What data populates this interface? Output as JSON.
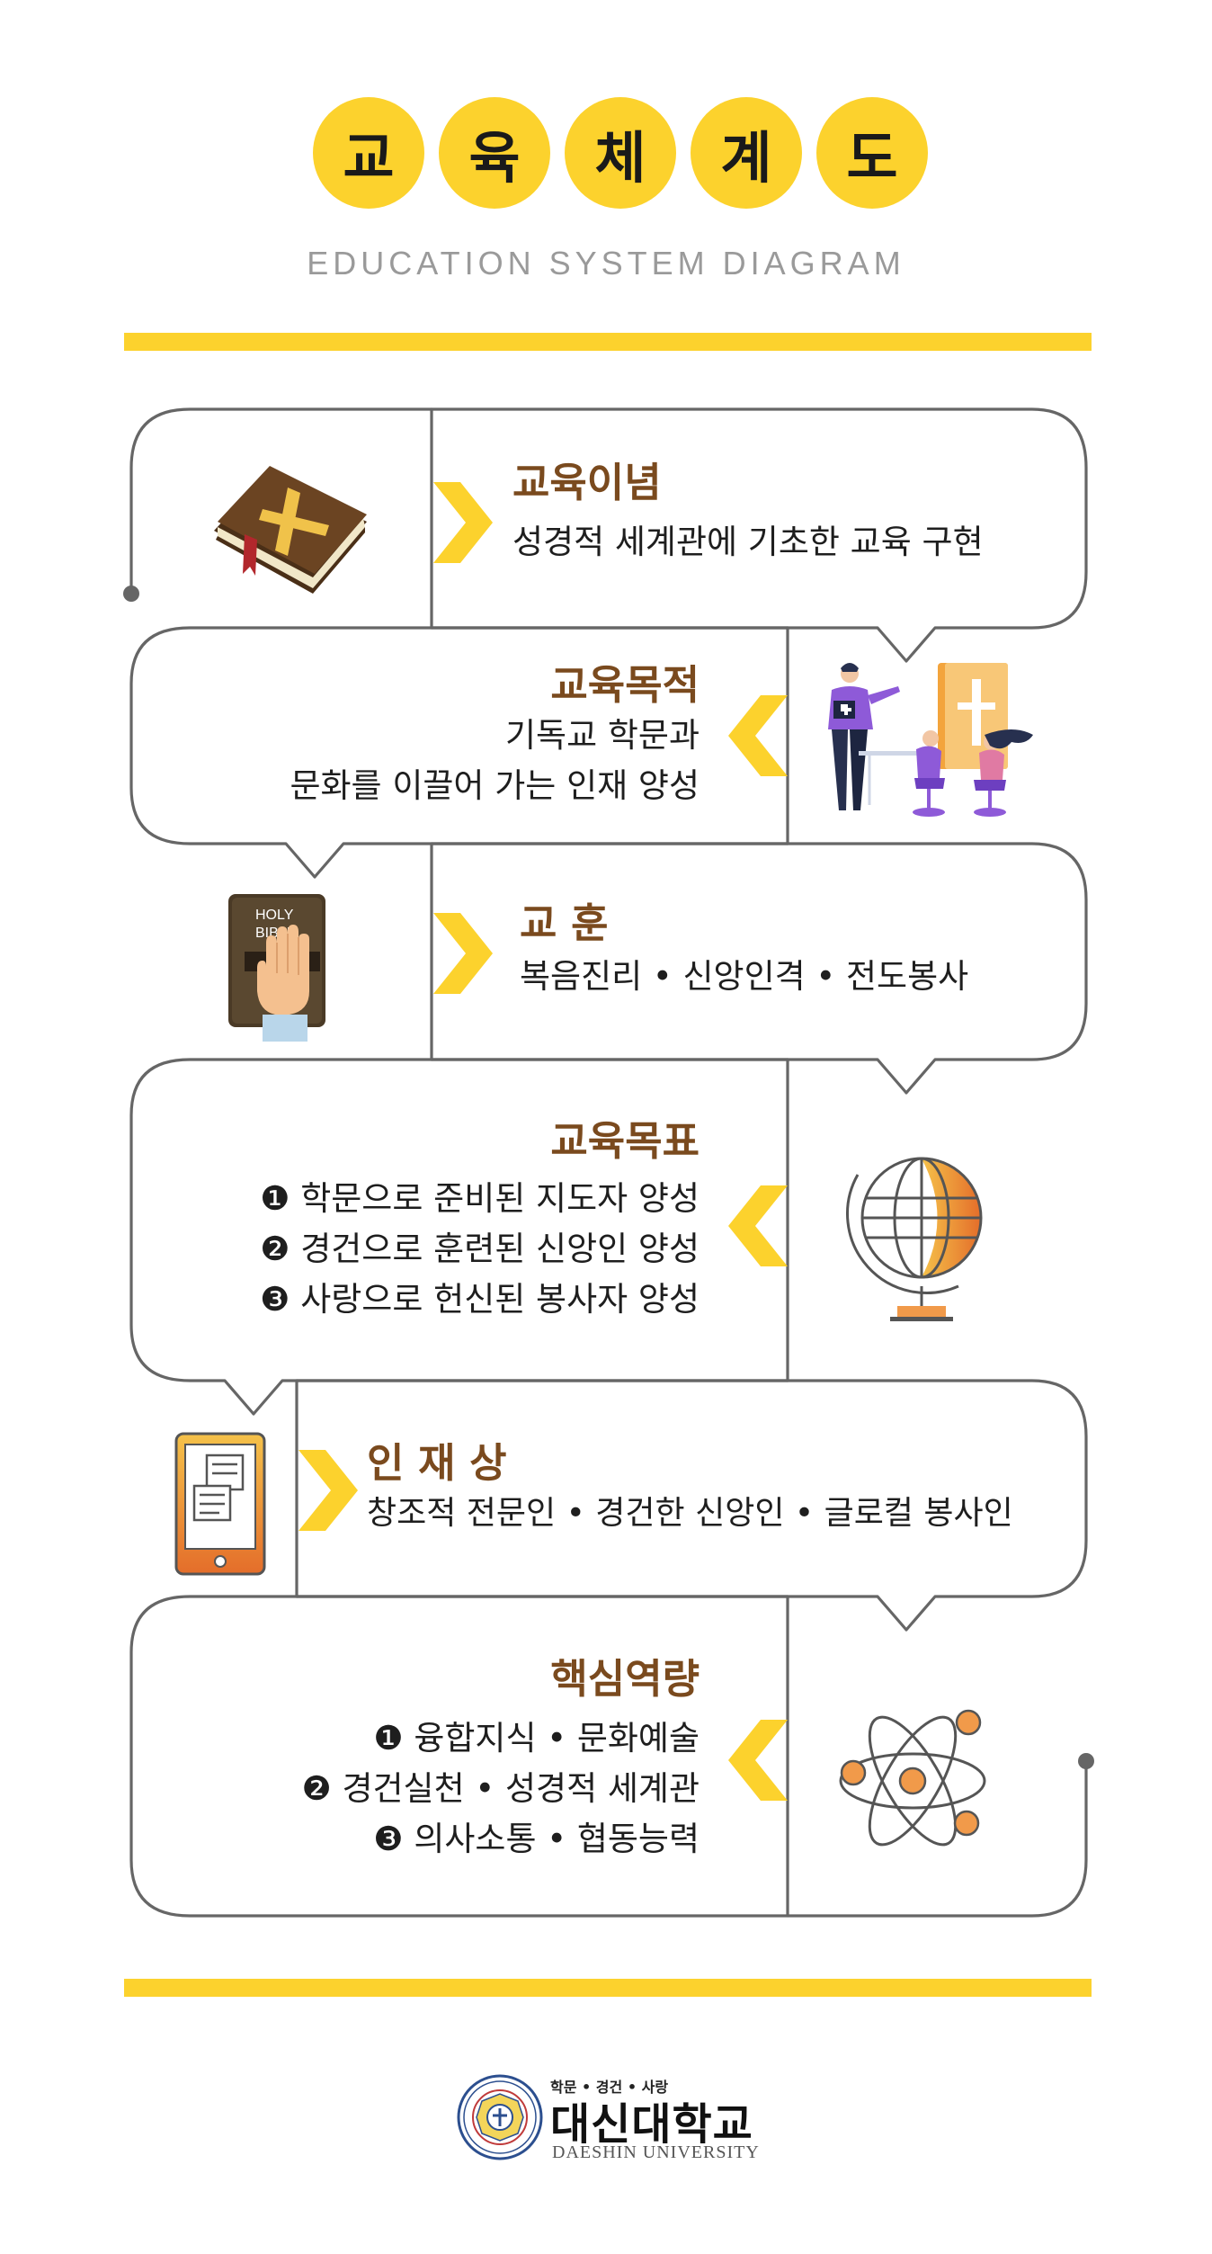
{
  "title": {
    "chars": [
      "교",
      "육",
      "체",
      "계",
      "도"
    ]
  },
  "subtitle": "EDUCATION SYSTEM DIAGRAM",
  "sections": {
    "philosophy": {
      "title": "교육이념",
      "lines": [
        "성경적 세계관에 기초한 교육 구현"
      ]
    },
    "purpose": {
      "title": "교육목적",
      "lines": [
        "기독교 학문과",
        "문화를 이끌어 가는 인재 양성"
      ]
    },
    "motto": {
      "title": "교 훈",
      "lines": [
        "복음진리 • 신앙인격 • 전도봉사"
      ]
    },
    "goals": {
      "title": "교육목표",
      "lines": [
        "❶ 학문으로 준비된 지도자 양성",
        "❷ 경건으로 훈련된 신앙인 양성",
        "❸ 사랑으로 헌신된 봉사자 양성"
      ]
    },
    "ideal": {
      "title": "인 재 상",
      "lines": [
        "창조적 전문인 • 경건한 신앙인 • 글로컬 봉사인"
      ]
    },
    "competency": {
      "title": "핵심역량",
      "lines": [
        "❶ 융합지식 • 문화예술",
        "❷ 경건실천 • 성경적 세계관",
        "❸ 의사소통 • 협동능력"
      ]
    }
  },
  "icons": {
    "bible_label_line1": "HOLY",
    "bible_label_line2": "BIBLE"
  },
  "footer": {
    "motto": "학문 • 경건 • 사랑",
    "name": "대신대학교",
    "name_en": "DAESHIN UNIVERSITY"
  },
  "colors": {
    "accent_yellow": "#fcd22d",
    "title_brown": "#7a4a1e",
    "line_gray": "#666666",
    "icon_orange": "#e9893a"
  }
}
